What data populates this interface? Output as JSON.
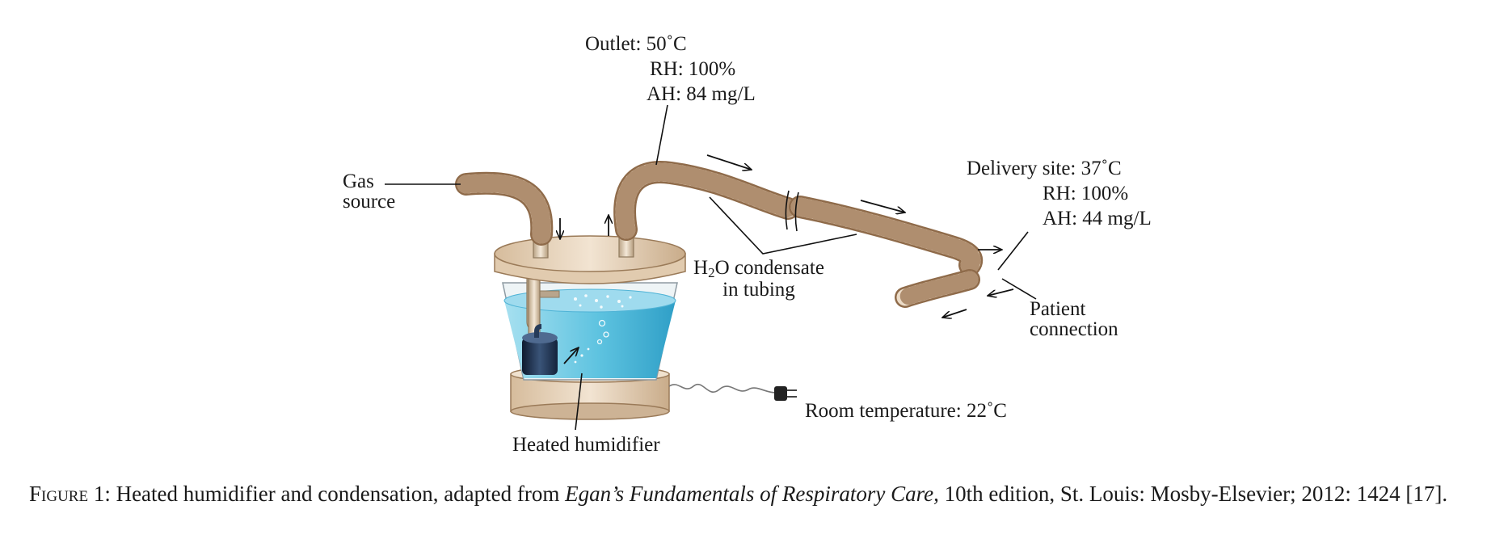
{
  "labels": {
    "outlet": [
      "Outlet: 50˚C",
      "RH: 100%",
      "AH: 84 mg/L"
    ],
    "gas_source": [
      "Gas",
      "source"
    ],
    "delivery": [
      "Delivery site: 37˚C",
      "RH: 100%",
      "AH: 44 mg/L"
    ],
    "condensate_h": "H",
    "condensate_sub": "2",
    "condensate_rest": "O condensate",
    "condensate_line2": "in tubing",
    "patient": [
      "Patient",
      "connection"
    ],
    "room": "Room temperature: 22˚C",
    "humidifier": "Heated humidifier"
  },
  "caption": {
    "figure_label": "Figure 1",
    "text_before": ": Heated humidifier and condensation, adapted from ",
    "book_title": "Egan’s Fundamentals of Respiratory Care,",
    "text_after": " 10th edition, St. Louis: Mosby-Elsevier; 2012: 1424 [17]."
  },
  "colors": {
    "water": "#5ec3e0",
    "tube": "#ecdcc8",
    "tube_edge": "#8f6b4a",
    "heater": "#263b59",
    "plate": "#e4cfb3"
  }
}
